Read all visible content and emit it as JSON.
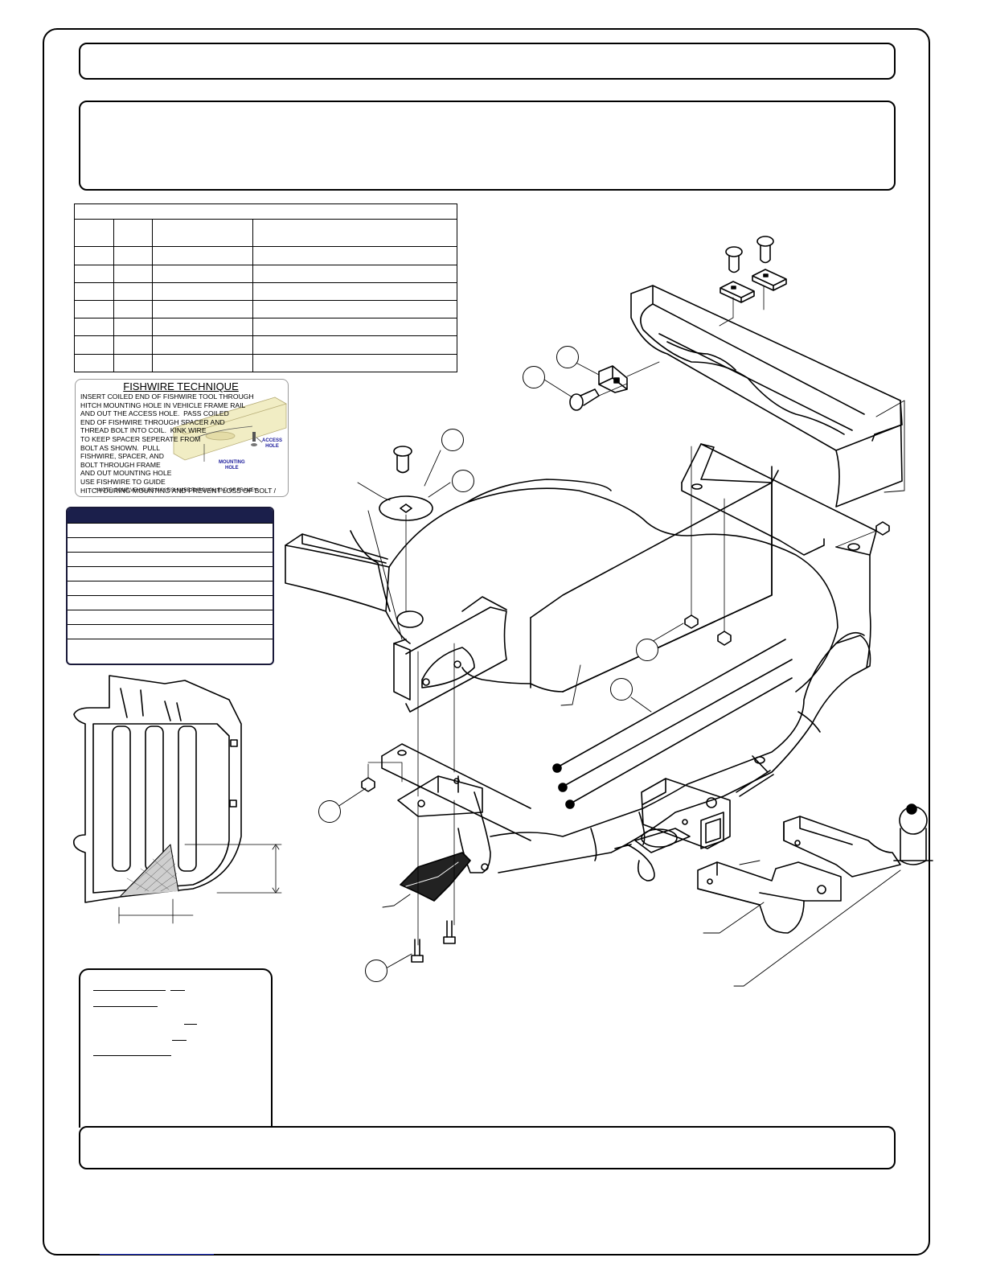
{
  "fishwire": {
    "title": "FISHWIRE TECHNIQUE",
    "instructions": "INSERT COILED END OF FISHWIRE TOOL THROUGH\nHITCH MOUNTING HOLE IN VEHICLE FRAME RAIL\nAND OUT THE ACCESS HOLE.  PASS COILED\nEND OF FISHWIRE THROUGH SPACER AND\nTHREAD BOLT INTO COIL.  KINK WIRE\nTO KEEP SPACER SEPERATE FROM\nBOLT AS SHOWN.  PULL\nFISHWIRE, SPACER, AND\nBOLT THROUGH FRAME\nAND OUT MOUNTING HOLE\nUSE FISHWIRE TO GUIDE\nHITCH DURING MOUNTING AND PREVENT LOSS OF BOLT /\nSPACER INSIDE FRAME RAIL.",
    "access_hole_label": "ACCESS\nHOLE",
    "mounting_hole_label": "MOUNTING\nHOLE",
    "note": "**NOTE: SOME VEHICLES MAY FISHWIRE THROUGH END OF FRAME**"
  },
  "parts_table": {
    "rows": 8
  },
  "spec_table": {
    "rows": 10,
    "header_color": "#1b1f4b"
  },
  "icons": [
    "carriage-bolt-icon",
    "spacer-plate-icon",
    "flange-nut-icon",
    "fishwire-tool-icon",
    "hitch-ball-icon",
    "ball-mount-icon",
    "hitch-pin-clip-icon"
  ]
}
